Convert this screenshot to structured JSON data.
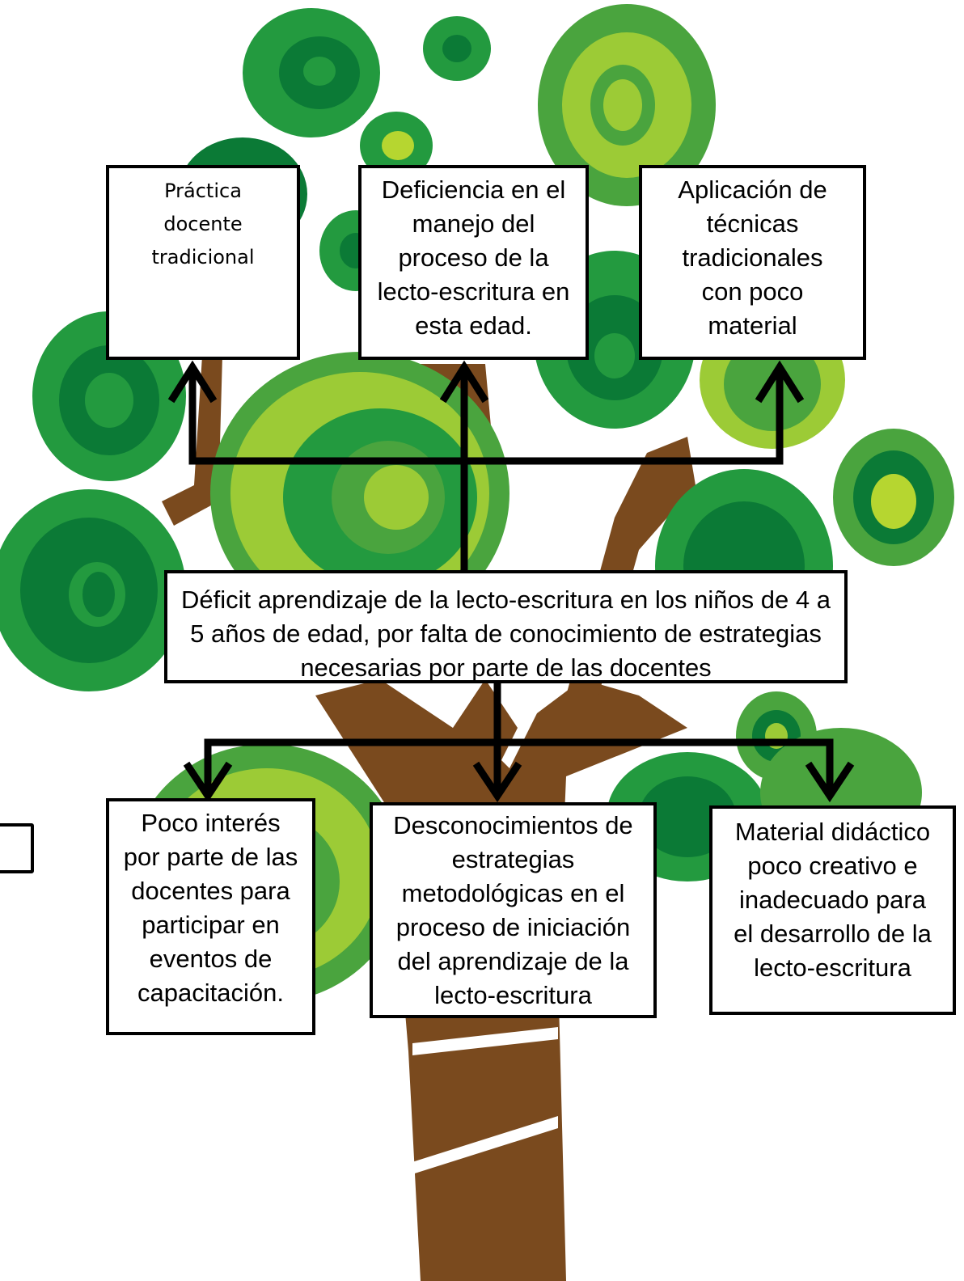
{
  "diagram": {
    "effects": [
      {
        "id": "effect-1",
        "text": "Práctica docente tradicional"
      },
      {
        "id": "effect-2",
        "text": "Deficiencia en el manejo del proceso de la lecto-escritura en esta edad."
      },
      {
        "id": "effect-3",
        "text": "Aplicación de técnicas tradicionales con poco material"
      }
    ],
    "problem": {
      "text": "Déficit aprendizaje de la lecto-escritura en los niños de 4 a 5 años de edad, por falta de conocimiento de estrategias necesarias por parte de las docentes"
    },
    "causes": [
      {
        "id": "cause-1",
        "text": "Poco interés por parte de las docentes para participar en eventos de capacitación."
      },
      {
        "id": "cause-2",
        "text": "Desconocimientos de estrategias metodológicas en el proceso de iniciación del aprendizaje de la lecto-escritura"
      },
      {
        "id": "cause-3",
        "text": "Material didáctico poco creativo e inadecuado para el desarrollo de la lecto-escritura"
      }
    ]
  },
  "colors": {
    "dark_green": "#0b7a36",
    "mid_green": "#239a3f",
    "green": "#4aa43e",
    "light_green": "#9ccb36",
    "lime": "#b6d630",
    "trunk_brown": "#7a4a1e",
    "outline": "#000000"
  }
}
